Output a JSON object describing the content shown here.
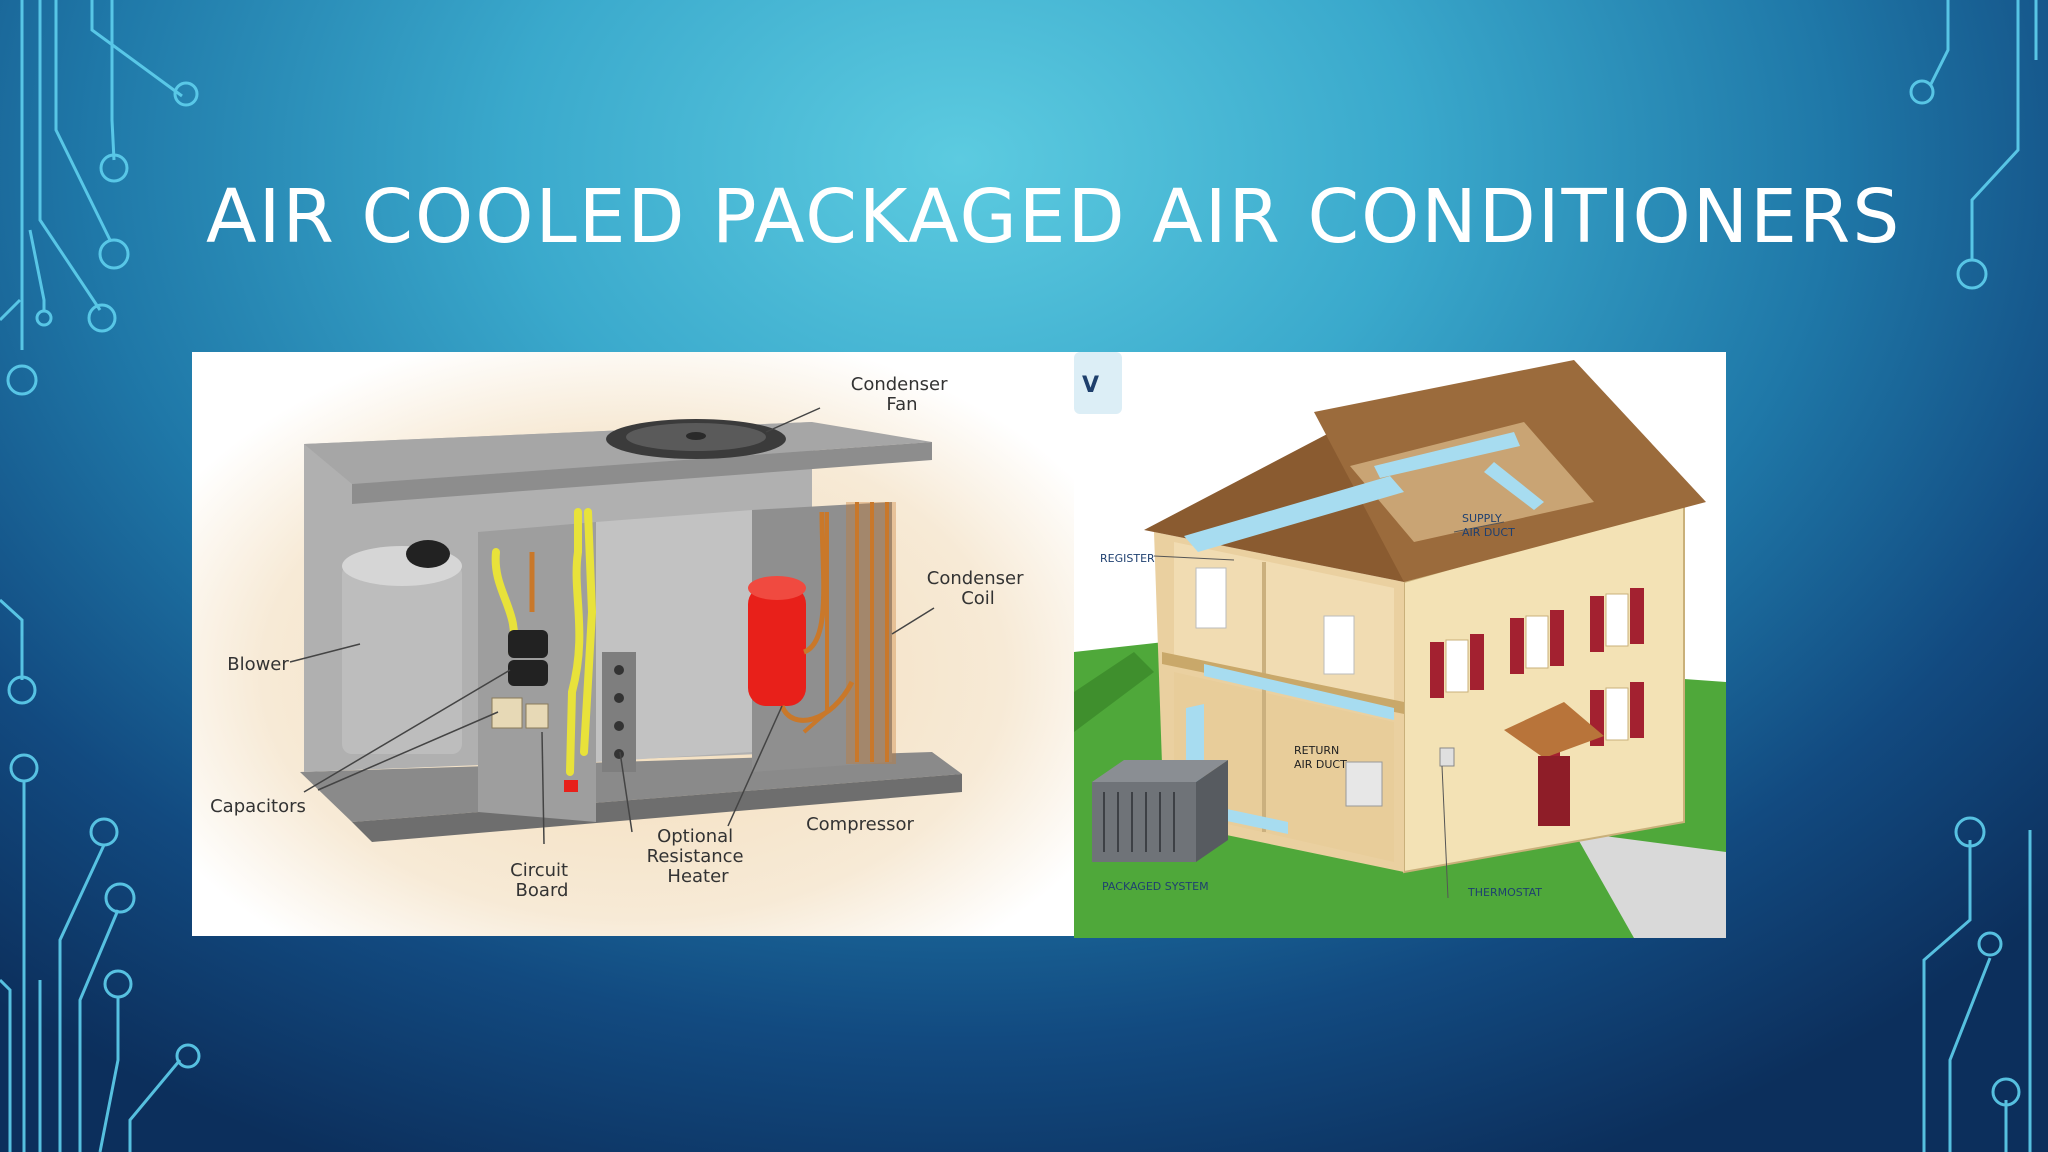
{
  "slide": {
    "title": "AIR COOLED PACKAGED AIR CONDITIONERS"
  },
  "figure_left": {
    "labels": {
      "condenser_fan": [
        "Condenser",
        "Fan"
      ],
      "condenser_coil": [
        "Condenser",
        "Coil"
      ],
      "blower": "Blower",
      "capacitors": "Capacitors",
      "circuit_board": [
        "Circuit",
        "Board"
      ],
      "heater": [
        "Optional",
        "Resistance",
        "Heater"
      ],
      "compressor": "Compressor"
    }
  },
  "figure_right": {
    "corner_letter": "V",
    "labels": {
      "register": "REGISTER",
      "supply_duct": [
        "SUPPLY",
        "AIR DUCT"
      ],
      "return_duct": [
        "RETURN",
        "AIR DUCT"
      ],
      "packaged_system": "PACKAGED SYSTEM",
      "thermostat": "THERMOSTAT"
    }
  },
  "colors": {
    "title": "#ffffff",
    "circuit_lines": "#5fd0ee",
    "compressor": "#e8201a",
    "wiring": "#e8e23a",
    "copper": "#c9782a",
    "roof": "#9b6b3c",
    "siding": "#f3e2b5",
    "shutters": "#a32130",
    "duct": "#a7dcf0"
  }
}
